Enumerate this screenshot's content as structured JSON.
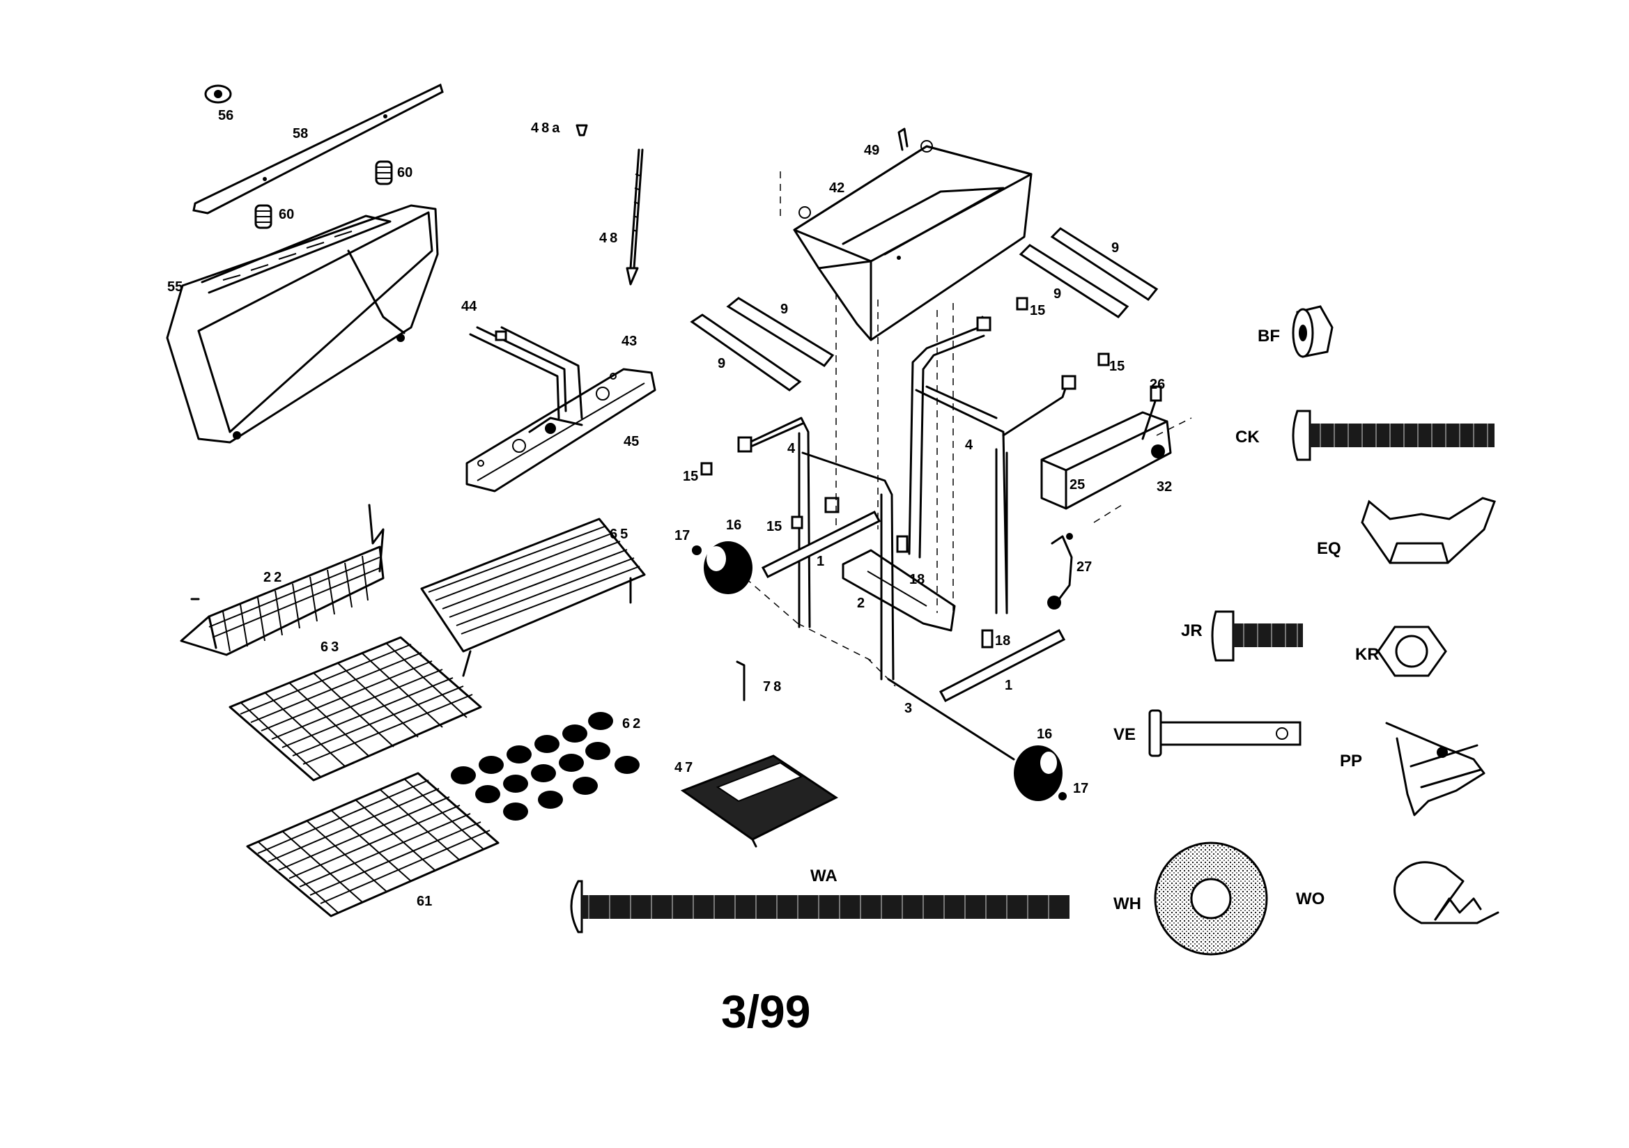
{
  "diagram": {
    "date_code": "3/99",
    "part_labels": [
      "56",
      "58",
      "48a",
      "60",
      "60",
      "55",
      "48",
      "49",
      "42",
      "9",
      "9",
      "9",
      "9",
      "15",
      "15",
      "15",
      "15",
      "44",
      "43",
      "45",
      "4",
      "4",
      "26",
      "25",
      "32",
      "22",
      "65",
      "17",
      "16",
      "1",
      "2",
      "18",
      "18",
      "27",
      "63",
      "62",
      "78",
      "3",
      "1",
      "16",
      "17",
      "47",
      "61"
    ],
    "hardware_labels": [
      "BF",
      "CK",
      "EQ",
      "JR",
      "KR",
      "VE",
      "PP",
      "WA",
      "WH",
      "WO"
    ],
    "colors": {
      "ink": "#000000",
      "paper": "#ffffff"
    }
  }
}
